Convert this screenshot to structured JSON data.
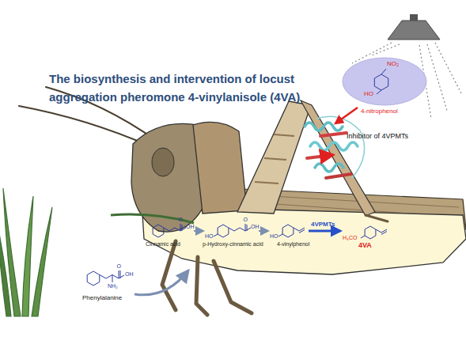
{
  "diagram": {
    "title": "The biosynthesis and intervention of locust aggregation pheromone 4-vinylanisole (4VA)",
    "nodes": [
      {
        "text": [
          "NO₂",
          "HO",
          "4-nitrophenol"
        ]
      }
    ],
    "labels": [
      "O",
      "OH",
      "Cinnamic acid",
      "HO",
      "O",
      "OH",
      "p-Hydroxy-cinnamic acid",
      "HO",
      "4-vinylphenol",
      "4VPMTs",
      "H₃CO",
      "4VA",
      "O",
      "OH",
      "NH₂",
      "Phenylalanine",
      "Inhibitor of 4VPMTs"
    ]
  }
}
